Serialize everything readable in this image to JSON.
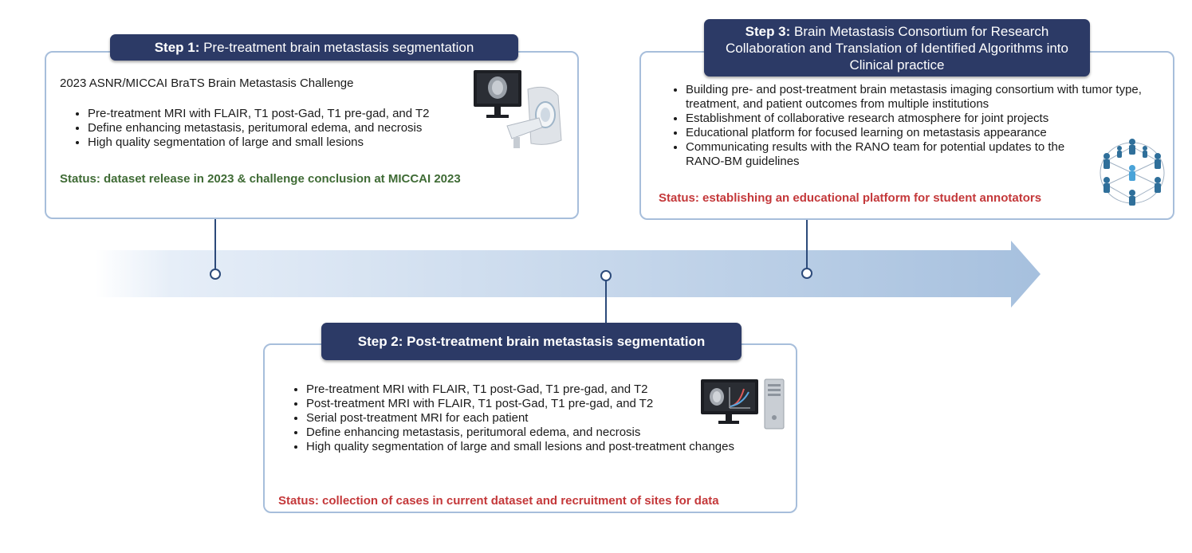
{
  "colors": {
    "card_border": "#a7bedb",
    "tag_bg": "#2c3a66",
    "status_green": "#3f6b35",
    "status_red": "#c4383a",
    "arrow_light": "#eaf1fa",
    "arrow_dark": "#a9c2df"
  },
  "step1": {
    "tag_bold": "Step 1:",
    "tag_rest": " Pre-treatment brain metastasis segmentation",
    "intro": "2023 ASNR/MICCAI BraTS Brain Metastasis Challenge",
    "bullets": [
      "Pre-treatment MRI with FLAIR, T1 post-Gad, T1 pre-gad, and T2",
      "Define enhancing metastasis, peritumoral edema, and necrosis",
      "High quality segmentation of large and small lesions"
    ],
    "status": "Status: dataset release in 2023 & challenge conclusion at MICCAI 2023",
    "icon": "mri-scanner-icon"
  },
  "step2": {
    "tag_bold": "Step 2: Post-treatment brain metastasis segmentation",
    "bullets": [
      "Pre-treatment MRI with FLAIR, T1 post-Gad, T1 pre-gad, and T2",
      "Post-treatment MRI with FLAIR, T1 post-Gad, T1 pre-gad, and T2",
      "Serial post-treatment MRI for each patient",
      "Define enhancing metastasis, peritumoral edema, and necrosis",
      "High quality segmentation of large and small lesions and post-treatment changes"
    ],
    "status": "Status: collection of cases in current dataset and recruitment of sites for data",
    "icon": "computer-analysis-icon"
  },
  "step3": {
    "tag_bold": "Step 3:",
    "tag_rest": " Brain Metastasis Consortium for Research Collaboration and Translation of Identified Algorithms into Clinical practice",
    "bullets": [
      "Building pre- and post-treatment brain metastasis imaging consortium with tumor type, treatment, and patient outcomes from multiple institutions",
      "Establishment of collaborative research atmosphere for joint projects",
      "Educational platform for focused learning on metastasis appearance",
      "Communicating  results with the RANO team for potential updates to the RANO-BM guidelines"
    ],
    "status": "Status: establishing an educational platform for student annotators",
    "icon": "people-network-icon"
  }
}
